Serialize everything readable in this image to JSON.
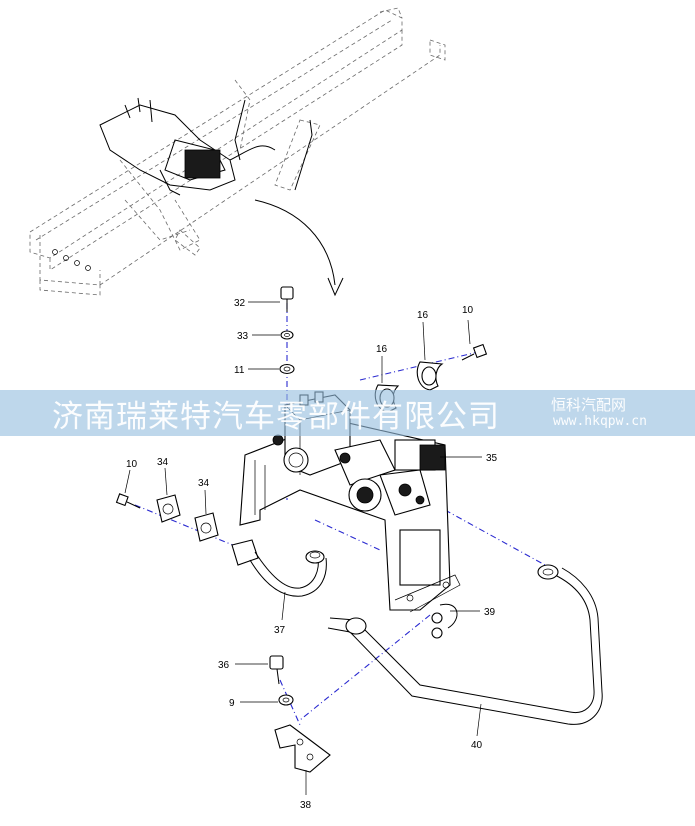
{
  "callouts": {
    "c32": "32",
    "c33": "33",
    "c11": "11",
    "c16a": "16",
    "c16b": "16",
    "c10a": "10",
    "c35": "35",
    "c10b": "10",
    "c34a": "34",
    "c34b": "34",
    "c37": "37",
    "c39": "39",
    "c36": "36",
    "c9": "9",
    "c40": "40",
    "c38": "38"
  },
  "watermark": {
    "company": "济南瑞莱特汽车零部件有限公司",
    "brand": "恒科汽配网",
    "url": "www.hkqpw.cn"
  },
  "colors": {
    "watermark_band": "#96bede",
    "center_line": "#2a2ad0"
  }
}
